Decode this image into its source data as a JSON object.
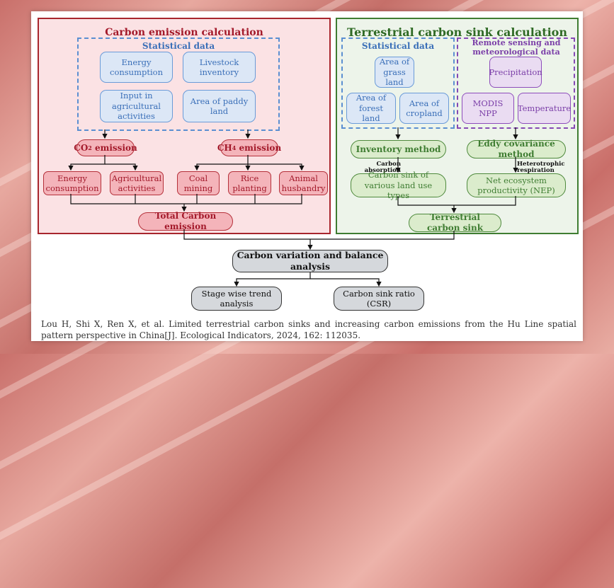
{
  "carbon_emission": {
    "title": "Carbon emission calculation",
    "statistical_label": "Statistical data",
    "inputs": [
      "Energy consumption",
      "Livestock inventory",
      "Input in agricultural activities",
      "Area of paddy land"
    ],
    "co2": {
      "label": "CO",
      "sub": "2",
      "suffix": " emission"
    },
    "ch4": {
      "label": "CH",
      "sub": "4",
      "suffix": " emission"
    },
    "sources": [
      "Energy consumption",
      "Agricultural activities",
      "Coal mining",
      "Rice planting",
      "Animal husbandry"
    ],
    "total": "Total Carbon emission"
  },
  "carbon_sink": {
    "title": "Terrestrial carbon sink calculation",
    "statistical_label": "Statistical data",
    "remote_label": "Remote sensing and meteorological data",
    "areas": [
      "Area of grass land",
      "Area of forest land",
      "Area of cropland"
    ],
    "remote": [
      "Precipitation",
      "MODIS NPP",
      "Temperature"
    ],
    "inventory_method": "Inventory method",
    "eddy_method": "Eddy covariance method",
    "absorption_note": "Carbon absorption factor",
    "respiration_note": "Heterotrophic respiration",
    "sink_land": "Carbon sink of various land use types",
    "nep": "Net ecosystem productivity (NEP)",
    "total": "Terrestrial carbon sink"
  },
  "analysis": {
    "main": "Carbon variation and balance analysis",
    "outputs": [
      "Stage wise trend analysis",
      "Carbon sink ratio (CSR)"
    ]
  },
  "caption": "Lou H, Shi X, Ren X, et al. Limited terrestrial carbon sinks and increasing carbon emissions from the Hu Line spatial pattern perspective in China[J]. Ecological Indicators, 2024, 162: 112035.",
  "colors": {
    "red": "#a3192a",
    "green": "#3f7d32",
    "blue": "#3a6fb8",
    "purple": "#7b3fa8"
  }
}
